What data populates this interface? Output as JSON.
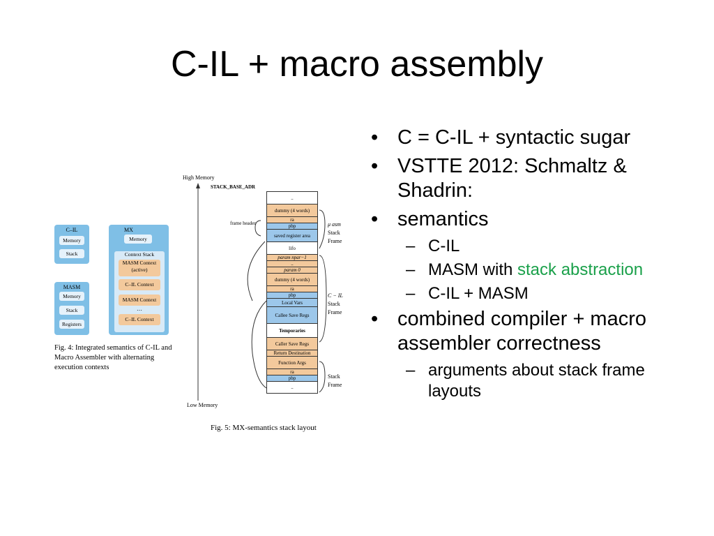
{
  "slide": {
    "title": "C-IL + macro assembly",
    "bullets": [
      {
        "text": "C = C-IL + syntactic sugar",
        "sub": []
      },
      {
        "text": "VSTTE 2012: Schmaltz & Shadrin:",
        "sub": []
      },
      {
        "text": "semantics",
        "sub": [
          {
            "text": "C-IL"
          },
          {
            "text": "MASM with ",
            "highlight": "stack abstraction"
          },
          {
            "text": "C-IL + MASM"
          }
        ]
      },
      {
        "text": "combined compiler + macro assembler correctness",
        "sub": [
          {
            "text": "arguments about stack frame layouts"
          }
        ]
      }
    ],
    "highlight_color": "#1aa04a"
  },
  "figure4": {
    "cil_block": {
      "header": "C–IL",
      "cells": [
        "Memory",
        "Stack"
      ]
    },
    "masm_block": {
      "header": "MASM",
      "cells": [
        "Memory",
        "Stack",
        "Registers"
      ]
    },
    "mx_block": {
      "header": "MX",
      "memory": "Memory",
      "context_stack_label": "Context Stack",
      "contexts": [
        "MASM Context (active)",
        "C–IL Context",
        "MASM Context",
        "…",
        "C–IL Context"
      ]
    },
    "caption": "Fig. 4: Integrated semantics of C-IL and Macro Assembler with alternating execution contexts"
  },
  "figure5": {
    "high_memory": "High Memory",
    "low_memory": "Low Memory",
    "stack_base": "STACK_BASE_ADR",
    "frame_header": "frame header",
    "rows": [
      {
        "label": "..",
        "color": "white"
      },
      {
        "label": "dummy (4 words)",
        "color": "orange"
      },
      {
        "label": "ra",
        "color": "orange"
      },
      {
        "label": "pbp",
        "color": "blue"
      },
      {
        "label": "saved register area",
        "color": "blue"
      },
      {
        "label": "lifo",
        "color": "white"
      },
      {
        "label": "param npar−1",
        "color": "orange"
      },
      {
        "label": "..",
        "color": "orange"
      },
      {
        "label": "param 0",
        "color": "orange"
      },
      {
        "label": "dummy (4 words)",
        "color": "orange"
      },
      {
        "label": "ra",
        "color": "orange"
      },
      {
        "label": "pbp",
        "color": "blue"
      },
      {
        "label": "Local Vars",
        "color": "blue"
      },
      {
        "label": "Callee Save Regs",
        "color": "blue"
      },
      {
        "label": "Temporaries",
        "color": "white"
      },
      {
        "label": "Caller Save Regs",
        "color": "orange"
      },
      {
        "label": "Return Destination",
        "color": "orange"
      },
      {
        "label": "Function Args",
        "color": "orange"
      },
      {
        "label": "ra",
        "color": "orange"
      },
      {
        "label": "pbp",
        "color": "blue"
      },
      {
        "label": "..",
        "color": "white"
      }
    ],
    "brace_labels": {
      "masm": [
        "μ asm",
        "Stack",
        "Frame"
      ],
      "cil": [
        "C − IL",
        "Stack",
        "Frame"
      ],
      "stack": [
        "Stack",
        "Frame"
      ]
    },
    "caption": "Fig. 5: MX-semantics stack layout"
  }
}
